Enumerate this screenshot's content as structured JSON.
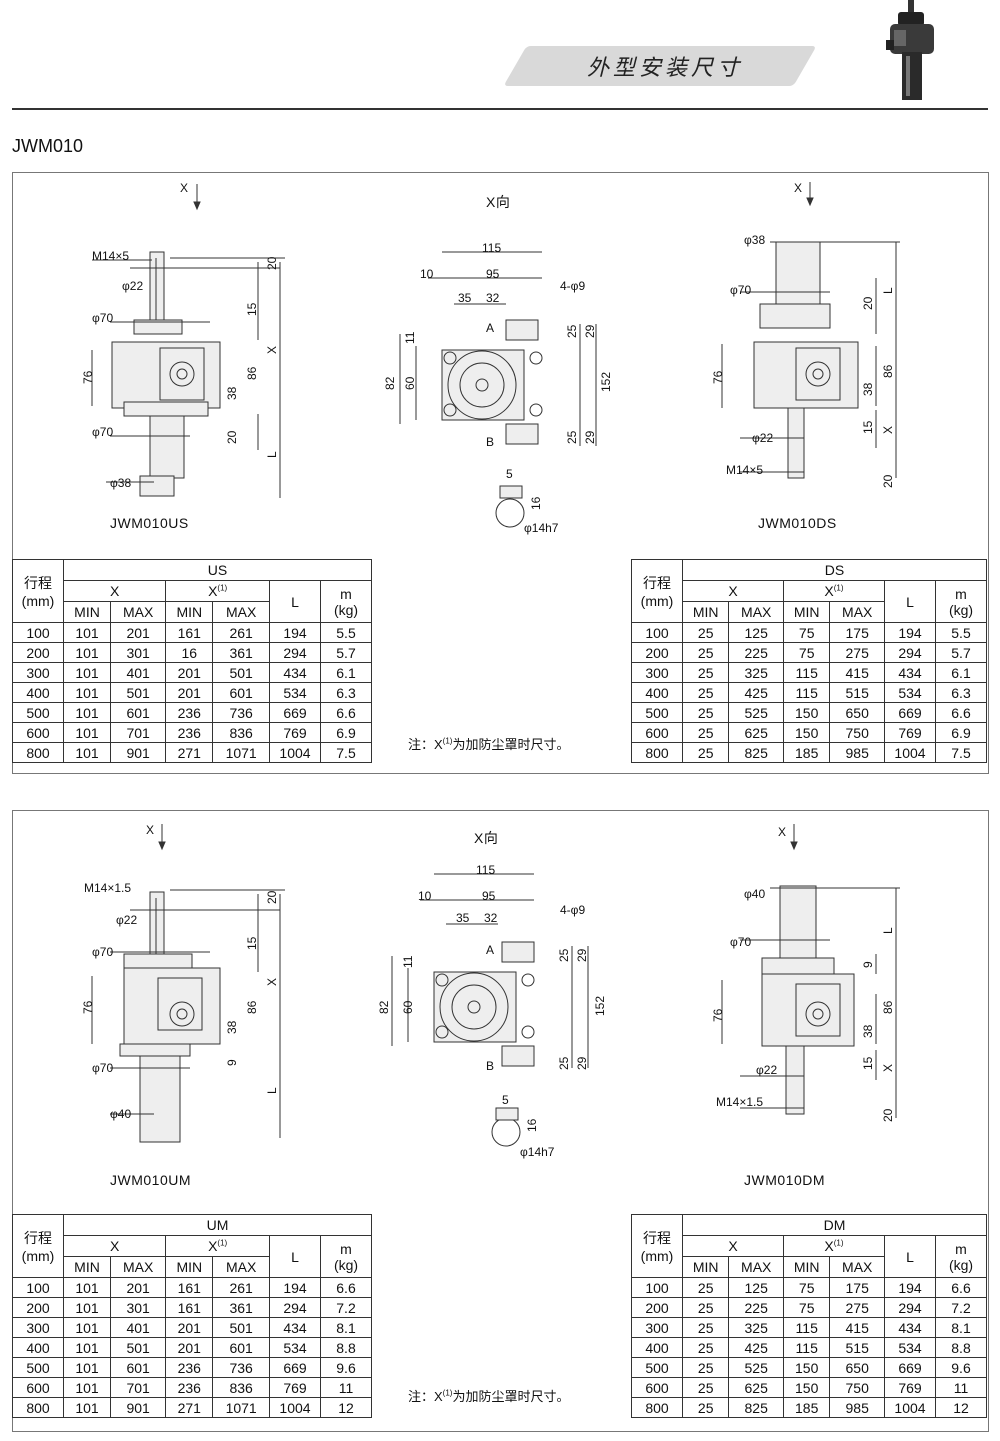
{
  "header": {
    "title": "外型安装尺寸",
    "model": "JWM010"
  },
  "colors": {
    "line": "#333333",
    "banner": "#d9d9d9",
    "part_fill": "#eeeeee"
  },
  "icons": {
    "logo": "screw-jack-icon"
  },
  "section1": {
    "x_direction_label": "X向",
    "left_caption": "JWM010US",
    "right_caption": "JWM010DS",
    "note": {
      "prefix": "注：X",
      "sup": "(1)",
      "suffix": "为加防尘罩时尺寸。"
    },
    "left_dims": {
      "thread": "M14×5",
      "shaft": "φ22",
      "tube": "φ70",
      "dia_end": "φ70",
      "end": "φ38",
      "h76": "76",
      "d20a": "20",
      "d15": "15",
      "dx": "X",
      "d86": "86",
      "d38": "38",
      "d20b": "20",
      "dl": "L",
      "arrow_x": "X"
    },
    "mid_dims": {
      "w115": "115",
      "w10": "10",
      "w95": "95",
      "w35": "35",
      "w32": "32",
      "holes": "4-φ9",
      "a": "A",
      "b": "B",
      "h11": "11",
      "h82": "82",
      "h60": "60",
      "h25a": "25",
      "h29a": "29",
      "h152": "152",
      "h25b": "25",
      "h29b": "29",
      "k5": "5",
      "k16": "16",
      "k14": "φ14h7"
    },
    "right_dims": {
      "arrow_x": "X",
      "d38": "φ38",
      "d70": "φ70",
      "h76": "76",
      "d22": "φ22",
      "thread": "M14×5",
      "dl": "L",
      "d20a": "20",
      "d86": "86",
      "d38b": "38",
      "d15": "15",
      "dx": "X",
      "d20b": "20"
    },
    "left_table": {
      "header_stroke": "行程",
      "header_mm": "(mm)",
      "type": "US",
      "x": "X",
      "x1": "X",
      "x1_sup": "(1)",
      "min": "MIN",
      "max": "MAX",
      "min2": "MIN",
      "max2": "MAX",
      "l": "L",
      "m": "m",
      "kg": "(kg)",
      "rows": [
        [
          "100",
          "101",
          "201",
          "161",
          "261",
          "194",
          "5.5"
        ],
        [
          "200",
          "101",
          "301",
          "16",
          "361",
          "294",
          "5.7"
        ],
        [
          "300",
          "101",
          "401",
          "201",
          "501",
          "434",
          "6.1"
        ],
        [
          "400",
          "101",
          "501",
          "201",
          "601",
          "534",
          "6.3"
        ],
        [
          "500",
          "101",
          "601",
          "236",
          "736",
          "669",
          "6.6"
        ],
        [
          "600",
          "101",
          "701",
          "236",
          "836",
          "769",
          "6.9"
        ],
        [
          "800",
          "101",
          "901",
          "271",
          "1071",
          "1004",
          "7.5"
        ]
      ]
    },
    "right_table": {
      "header_stroke": "行程",
      "header_mm": "(mm)",
      "type": "DS",
      "x": "X",
      "x1": "X",
      "x1_sup": "(1)",
      "min": "MIN",
      "max": "MAX",
      "min2": "MIN",
      "max2": "MAX",
      "l": "L",
      "m": "m",
      "kg": "(kg)",
      "rows": [
        [
          "100",
          "25",
          "125",
          "75",
          "175",
          "194",
          "5.5"
        ],
        [
          "200",
          "25",
          "225",
          "75",
          "275",
          "294",
          "5.7"
        ],
        [
          "300",
          "25",
          "325",
          "115",
          "415",
          "434",
          "6.1"
        ],
        [
          "400",
          "25",
          "425",
          "115",
          "515",
          "534",
          "6.3"
        ],
        [
          "500",
          "25",
          "525",
          "150",
          "650",
          "669",
          "6.6"
        ],
        [
          "600",
          "25",
          "625",
          "150",
          "750",
          "769",
          "6.9"
        ],
        [
          "800",
          "25",
          "825",
          "185",
          "985",
          "1004",
          "7.5"
        ]
      ]
    }
  },
  "section2": {
    "x_direction_label": "X向",
    "left_caption": "JWM010UM",
    "right_caption": "JWM010DM",
    "note": {
      "prefix": "注：X",
      "sup": "(1)",
      "suffix": "为加防尘罩时尺寸。"
    },
    "left_dims": {
      "thread": "M14×1.5",
      "shaft": "φ22",
      "tube": "φ70",
      "dia_end": "φ70",
      "end": "φ40",
      "h76": "76",
      "d20a": "20",
      "d15": "15",
      "dx": "X",
      "d86": "86",
      "d38": "38",
      "d20b": "9",
      "dl": "L",
      "arrow_x": "X"
    },
    "mid_dims": {
      "w115": "115",
      "w10": "10",
      "w95": "95",
      "w35": "35",
      "w32": "32",
      "holes": "4-φ9",
      "a": "A",
      "b": "B",
      "h11": "11",
      "h82": "82",
      "h60": "60",
      "h25a": "25",
      "h29a": "29",
      "h152": "152",
      "h25b": "25",
      "h29b": "29",
      "k5": "5",
      "k16": "16",
      "k14": "φ14h7"
    },
    "right_dims": {
      "arrow_x": "X",
      "d38": "φ40",
      "d70": "φ70",
      "h76": "76",
      "d22": "φ22",
      "thread": "M14×1.5",
      "dl": "L",
      "d20a": "9",
      "d86": "86",
      "d38b": "38",
      "d15": "15",
      "dx": "X",
      "d20b": "20"
    },
    "left_table": {
      "header_stroke": "行程",
      "header_mm": "(mm)",
      "type": "UM",
      "x": "X",
      "x1": "X",
      "x1_sup": "(1)",
      "min": "MIN",
      "max": "MAX",
      "min2": "MIN",
      "max2": "MAX",
      "l": "L",
      "m": "m",
      "kg": "(kg)",
      "rows": [
        [
          "100",
          "101",
          "201",
          "161",
          "261",
          "194",
          "6.6"
        ],
        [
          "200",
          "101",
          "301",
          "161",
          "361",
          "294",
          "7.2"
        ],
        [
          "300",
          "101",
          "401",
          "201",
          "501",
          "434",
          "8.1"
        ],
        [
          "400",
          "101",
          "501",
          "201",
          "601",
          "534",
          "8.8"
        ],
        [
          "500",
          "101",
          "601",
          "236",
          "736",
          "669",
          "9.6"
        ],
        [
          "600",
          "101",
          "701",
          "236",
          "836",
          "769",
          "11"
        ],
        [
          "800",
          "101",
          "901",
          "271",
          "1071",
          "1004",
          "12"
        ]
      ]
    },
    "right_table": {
      "header_stroke": "行程",
      "header_mm": "(mm)",
      "type": "DM",
      "x": "X",
      "x1": "X",
      "x1_sup": "(1)",
      "min": "MIN",
      "max": "MAX",
      "min2": "MIN",
      "max2": "MAX",
      "l": "L",
      "m": "m",
      "kg": "(kg)",
      "rows": [
        [
          "100",
          "25",
          "125",
          "75",
          "175",
          "194",
          "6.6"
        ],
        [
          "200",
          "25",
          "225",
          "75",
          "275",
          "294",
          "7.2"
        ],
        [
          "300",
          "25",
          "325",
          "115",
          "415",
          "434",
          "8.1"
        ],
        [
          "400",
          "25",
          "425",
          "115",
          "515",
          "534",
          "8.8"
        ],
        [
          "500",
          "25",
          "525",
          "150",
          "650",
          "669",
          "9.6"
        ],
        [
          "600",
          "25",
          "625",
          "150",
          "750",
          "769",
          "11"
        ],
        [
          "800",
          "25",
          "825",
          "185",
          "985",
          "1004",
          "12"
        ]
      ]
    }
  }
}
